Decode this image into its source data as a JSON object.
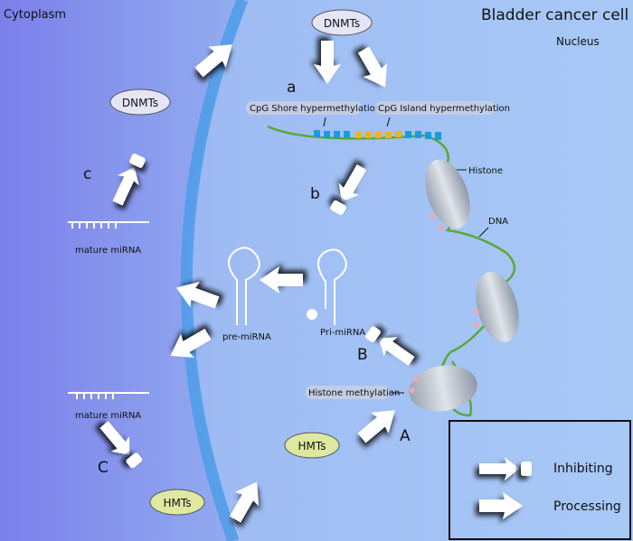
{
  "titles": {
    "cytoplasm": "Cytoplasm",
    "cell": "Bladder cancer cell",
    "nucleus": "Nucleus"
  },
  "enzymes": {
    "dnmts_top": "DNMTs",
    "dnmts_left": "DNMTs",
    "hmts_mid": "HMTs",
    "hmts_bottom": "HMTs"
  },
  "letters": {
    "a": "a",
    "b": "b",
    "c": "c",
    "A": "A",
    "B": "B",
    "C": "C"
  },
  "labels": {
    "cpg_shore": "CpG Shore hypermethylation",
    "cpg_island": "CpG Island hypermethylation",
    "histone": "Histone",
    "dna": "DNA",
    "histone_methylation": "Histone methylation",
    "mature_mirna_1": "mature miRNA",
    "mature_mirna_2": "mature miRNA",
    "pre_mirna": "pre-miRNA",
    "pri_mirna": "Pri-miRNA"
  },
  "legend": {
    "inhibiting": "Inhibiting",
    "processing": "Processing"
  },
  "colors": {
    "cytoplasm": "#7b80ea",
    "nucleus": "#a5c6f6",
    "membrane": "#4d9ce8",
    "dna": "#5aa832",
    "hmts": "#dfe8a0",
    "dnmts": "#e4e6f6",
    "cpg_shore": "#1a9be0",
    "cpg_island": "#f2b21c"
  }
}
